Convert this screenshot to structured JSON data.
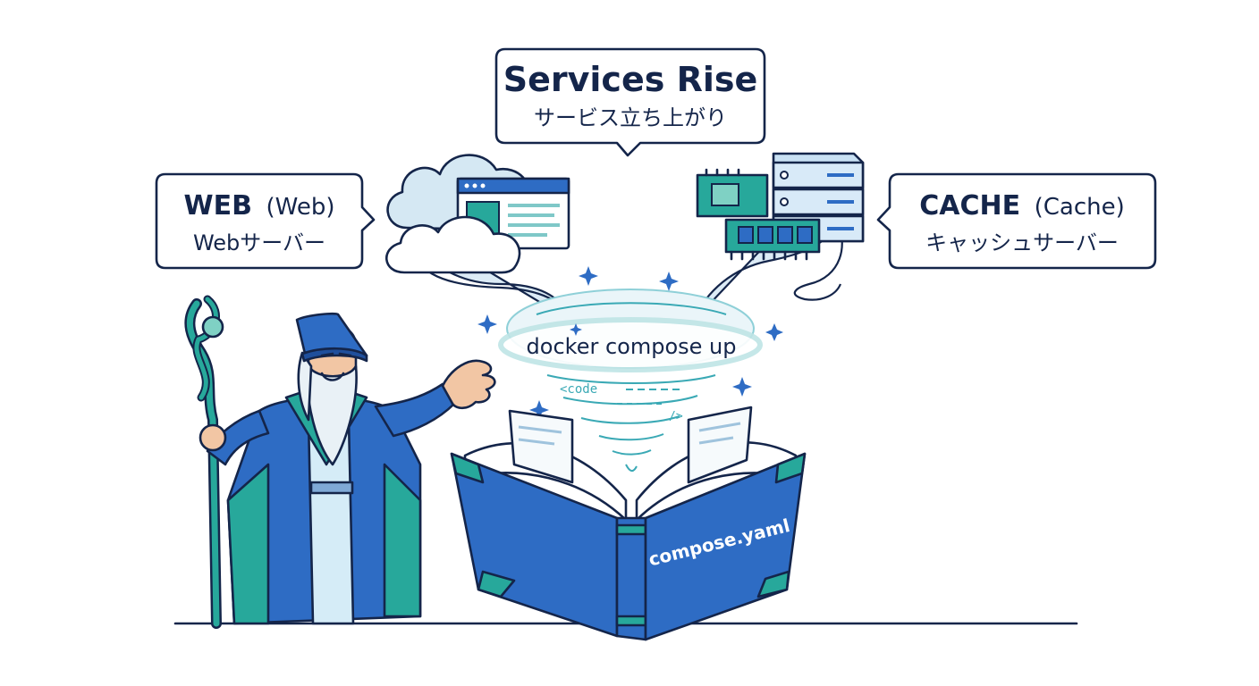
{
  "callouts": {
    "services": {
      "title": "Services Rise",
      "subtitle": "サービス立ち上がり"
    },
    "web": {
      "title_main": "WEB",
      "title_paren": "(Web)",
      "subtitle": "Webサーバー"
    },
    "cache": {
      "title_main": "CACHE",
      "title_paren": "(Cache)",
      "subtitle": "キャッシュサーバー"
    }
  },
  "vortex": {
    "command": "docker compose up",
    "code_tag": "<code",
    "code_close": "/>"
  },
  "book": {
    "cover_title": "compose.yaml"
  },
  "colors": {
    "ink": "#14254a",
    "blue": "#2e6cc4",
    "teal": "#27a89b",
    "light_teal": "#bfe5e6",
    "pale_blue": "#dcebf6"
  },
  "icons": [
    "cloud-icon",
    "browser-window-icon",
    "server-rack-icon",
    "memory-module-icon",
    "sparkle-icon"
  ]
}
